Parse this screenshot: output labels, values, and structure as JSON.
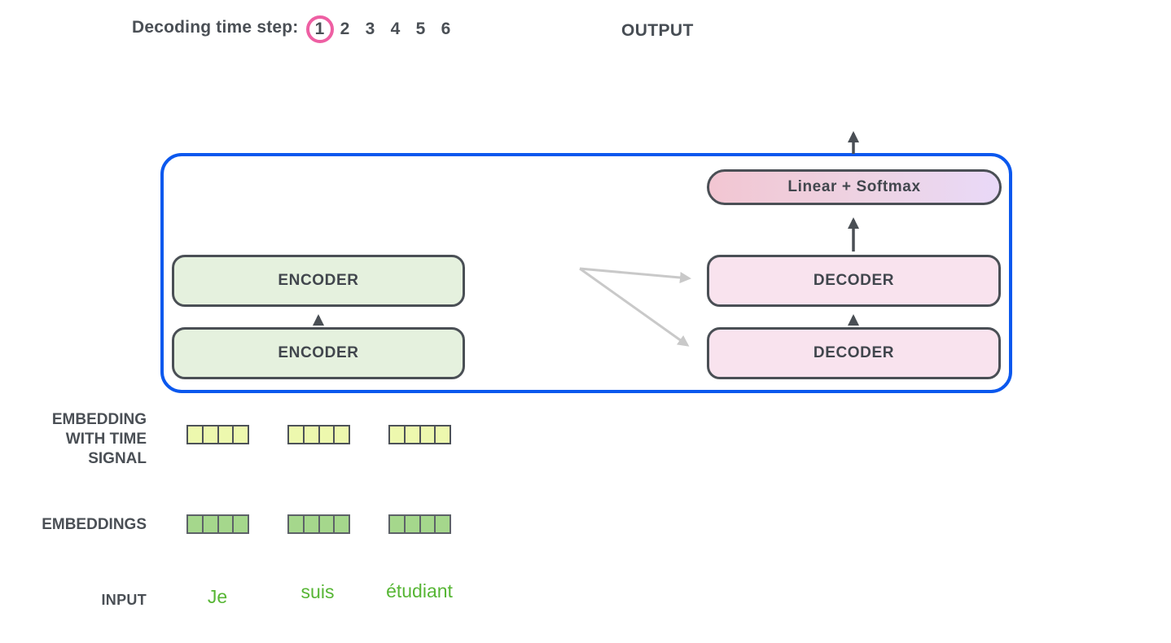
{
  "colors": {
    "container_blue": "#0b58ee",
    "dark_slate": "#4a4f55",
    "encoder_fill": "#e5f1de",
    "decoder_fill": "#f9e3ee",
    "linear_softmax_gradient_left": "#f2c6d2",
    "linear_softmax_gradient_right": "#e9d9f8",
    "embedding_time_fill": "#edf8ae",
    "embedding_fill": "#a5d78c",
    "input_word_green": "#57b635",
    "active_step_circle": "#ee5fa3",
    "context_arrow_gray": "#c9c9c9"
  },
  "header": {
    "label": "Decoding time step:",
    "steps": [
      "1",
      "2",
      "3",
      "4",
      "5",
      "6"
    ],
    "active_step": "1"
  },
  "output": {
    "label": "OUTPUT"
  },
  "model": {
    "encoders": [
      "ENCODER",
      "ENCODER"
    ],
    "decoders": [
      "DECODER",
      "DECODER"
    ],
    "linear_softmax": "Linear + Softmax"
  },
  "rows": {
    "embedding_time_signal": {
      "label_lines": [
        "EMBEDDING",
        "WITH TIME",
        "SIGNAL"
      ],
      "vector_count": 3,
      "cells_per_vector": 4
    },
    "embeddings": {
      "label": "EMBEDDINGS",
      "vector_count": 3,
      "cells_per_vector": 4
    },
    "input": {
      "label": "INPUT",
      "words": [
        "Je",
        "suis",
        "étudiant"
      ]
    }
  }
}
